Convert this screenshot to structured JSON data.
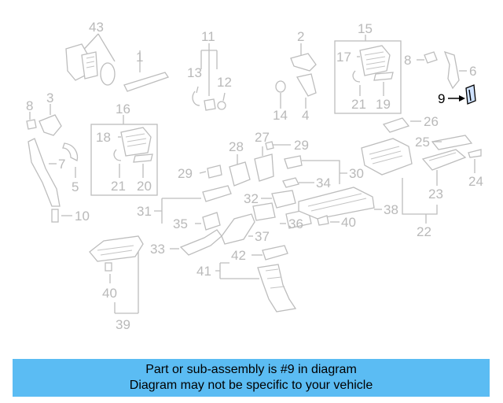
{
  "diagram": {
    "callouts": [
      {
        "id": "c43",
        "text": "43"
      },
      {
        "id": "c1",
        "text": "1"
      },
      {
        "id": "c11",
        "text": "11"
      },
      {
        "id": "c13",
        "text": "13"
      },
      {
        "id": "c12",
        "text": "12"
      },
      {
        "id": "c2",
        "text": "2"
      },
      {
        "id": "c14",
        "text": "14"
      },
      {
        "id": "c4",
        "text": "4"
      },
      {
        "id": "c15",
        "text": "15"
      },
      {
        "id": "c17",
        "text": "17"
      },
      {
        "id": "c21a",
        "text": "21"
      },
      {
        "id": "c19",
        "text": "19"
      },
      {
        "id": "c8a",
        "text": "8"
      },
      {
        "id": "c6",
        "text": "6"
      },
      {
        "id": "c9",
        "text": "9",
        "highlight": true
      },
      {
        "id": "c8b",
        "text": "8"
      },
      {
        "id": "c3",
        "text": "3"
      },
      {
        "id": "c7",
        "text": "7"
      },
      {
        "id": "c5",
        "text": "5"
      },
      {
        "id": "c10",
        "text": "10"
      },
      {
        "id": "c16",
        "text": "16"
      },
      {
        "id": "c18",
        "text": "18"
      },
      {
        "id": "c21b",
        "text": "21"
      },
      {
        "id": "c20",
        "text": "20"
      },
      {
        "id": "c27",
        "text": "27"
      },
      {
        "id": "c28",
        "text": "28"
      },
      {
        "id": "c29a",
        "text": "29"
      },
      {
        "id": "c29b",
        "text": "29"
      },
      {
        "id": "c30",
        "text": "30"
      },
      {
        "id": "c34",
        "text": "34"
      },
      {
        "id": "c32",
        "text": "32"
      },
      {
        "id": "c31",
        "text": "31"
      },
      {
        "id": "c35",
        "text": "35"
      },
      {
        "id": "c36",
        "text": "36"
      },
      {
        "id": "c37",
        "text": "37"
      },
      {
        "id": "c33",
        "text": "33"
      },
      {
        "id": "c42",
        "text": "42"
      },
      {
        "id": "c41",
        "text": "41"
      },
      {
        "id": "c40a",
        "text": "40"
      },
      {
        "id": "c40b",
        "text": "40"
      },
      {
        "id": "c39",
        "text": "39"
      },
      {
        "id": "c38",
        "text": "38"
      },
      {
        "id": "c22",
        "text": "22"
      },
      {
        "id": "c26",
        "text": "26"
      },
      {
        "id": "c25",
        "text": "25"
      },
      {
        "id": "c23",
        "text": "23"
      },
      {
        "id": "c24",
        "text": "24"
      }
    ]
  },
  "banner": {
    "line1": "Part or sub-assembly is #9 in diagram",
    "line2": "Diagram may not be specific to your vehicle"
  },
  "colors": {
    "banner_bg": "#5bbcf3",
    "faded_part": "#bdbdbd",
    "highlight": "#000000"
  }
}
